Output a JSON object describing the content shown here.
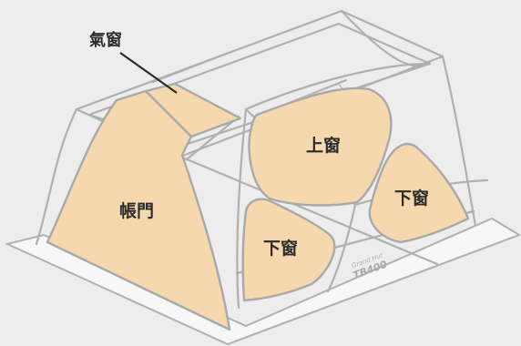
{
  "labels": {
    "vent": "氣窗",
    "upper_window": "上窗",
    "door": "帳門",
    "lower_window_front": "下窗",
    "lower_window_side": "下窗"
  },
  "brand": {
    "script": "Grand Hut",
    "model": "TB400"
  },
  "colors": {
    "panel_fill": "#f6d8ae",
    "frame": "#b0b0b0",
    "background": "#ededed",
    "text": "#2b2b2b"
  }
}
